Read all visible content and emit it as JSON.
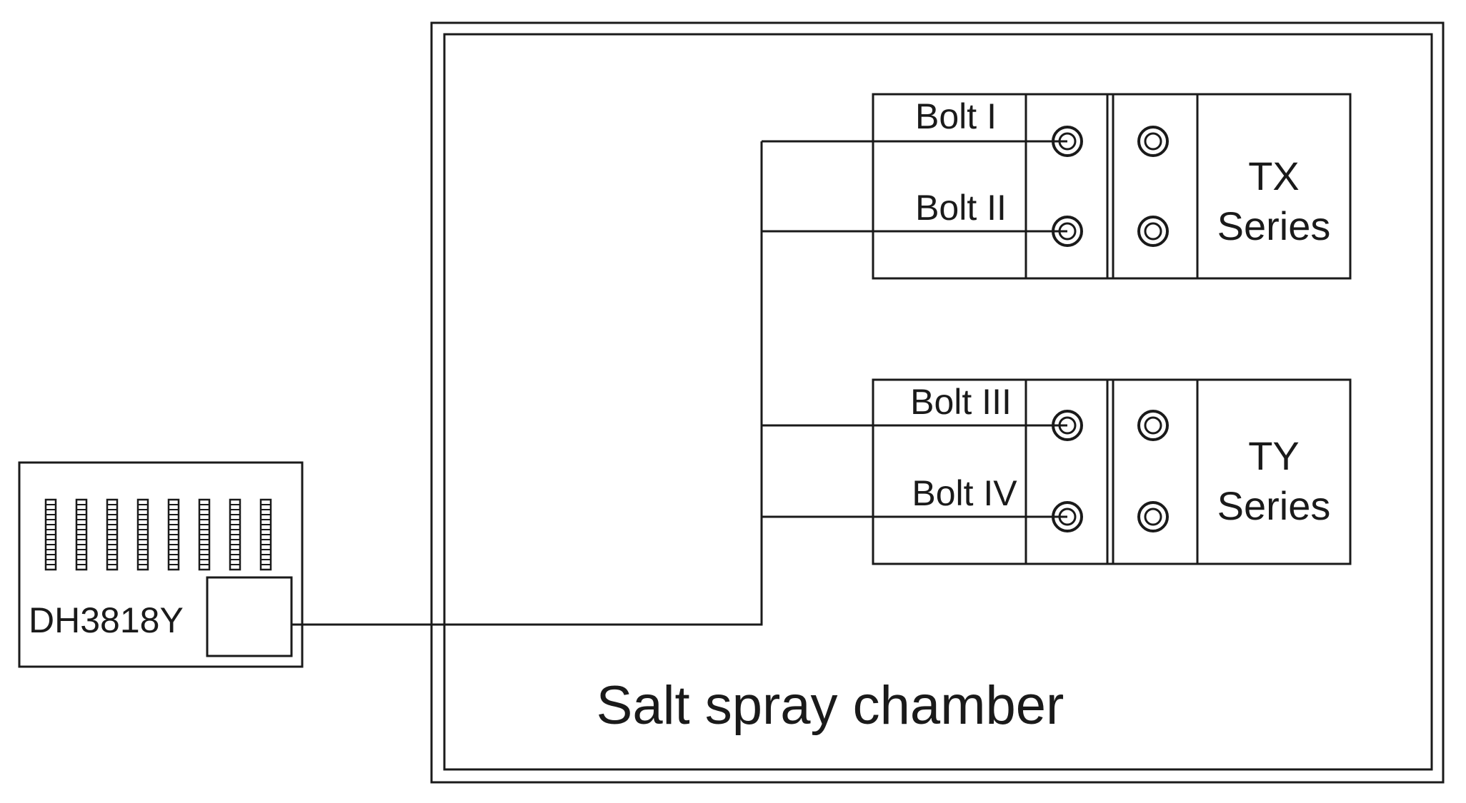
{
  "device": {
    "label": "DH3818Y"
  },
  "chamber": {
    "label": "Salt spray chamber"
  },
  "specimens": [
    {
      "series_line1": "TX",
      "series_line2": "Series",
      "bolts": [
        "Bolt I",
        "Bolt II"
      ]
    },
    {
      "series_line1": "TY",
      "series_line2": "Series",
      "bolts": [
        "Bolt III",
        "Bolt IV"
      ]
    }
  ],
  "colors": {
    "stroke": "#1a1a1a",
    "background": "#ffffff"
  }
}
